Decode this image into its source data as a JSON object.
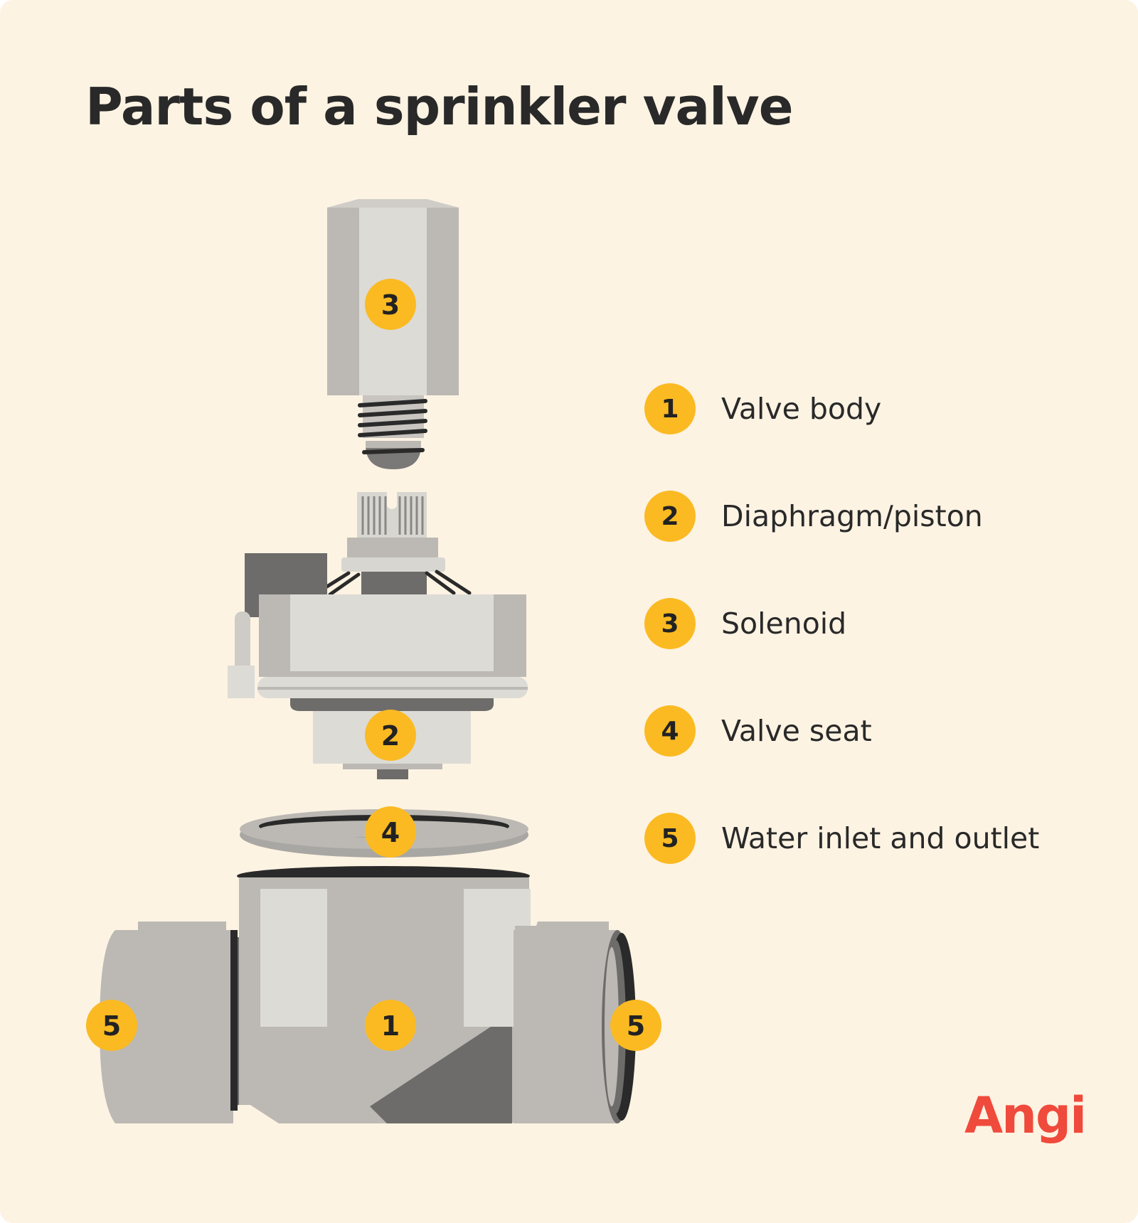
{
  "title": "Parts of a sprinkler valve",
  "legend": [
    {
      "number": "1",
      "label": "Valve body"
    },
    {
      "number": "2",
      "label": "Diaphragm/piston"
    },
    {
      "number": "3",
      "label": "Solenoid"
    },
    {
      "number": "4",
      "label": "Valve seat"
    },
    {
      "number": "5",
      "label": "Water inlet and outlet"
    }
  ],
  "markers": {
    "solenoid": "3",
    "diaphragm": "2",
    "valve_seat": "4",
    "valve_body": "1",
    "inlet": "5",
    "outlet": "5"
  },
  "logo": "Angi",
  "colors": {
    "background": "#fdf3e3",
    "badge": "#fbba22",
    "text": "#292929",
    "logo": "#ef4a3c"
  }
}
